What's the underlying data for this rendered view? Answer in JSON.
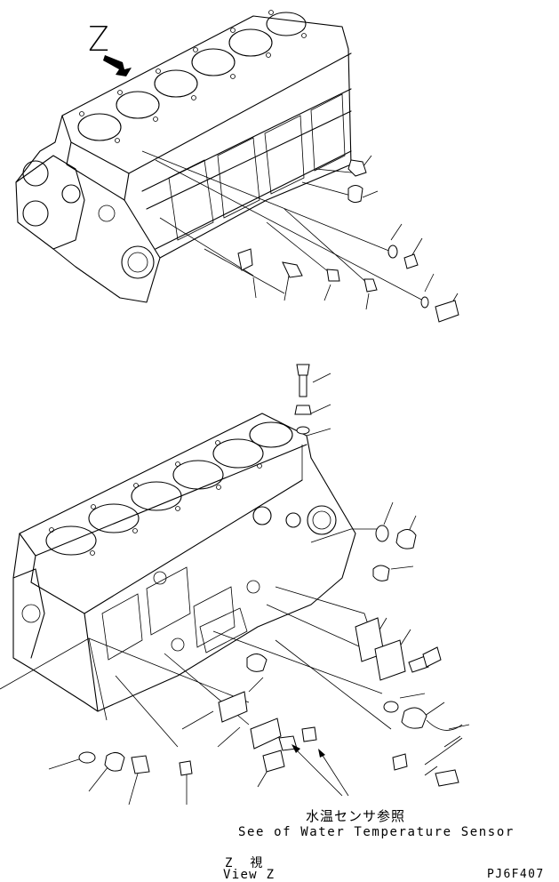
{
  "view_letter": "Z",
  "callout_note": {
    "japanese": "水温センサ参照",
    "english": "See of Water Temperature Sensor"
  },
  "view_caption": {
    "japanese": "Z　視",
    "english": "View Z"
  },
  "drawing_code": "PJ6F407",
  "colors": {
    "ink": "#000000",
    "paper": "#ffffff"
  }
}
